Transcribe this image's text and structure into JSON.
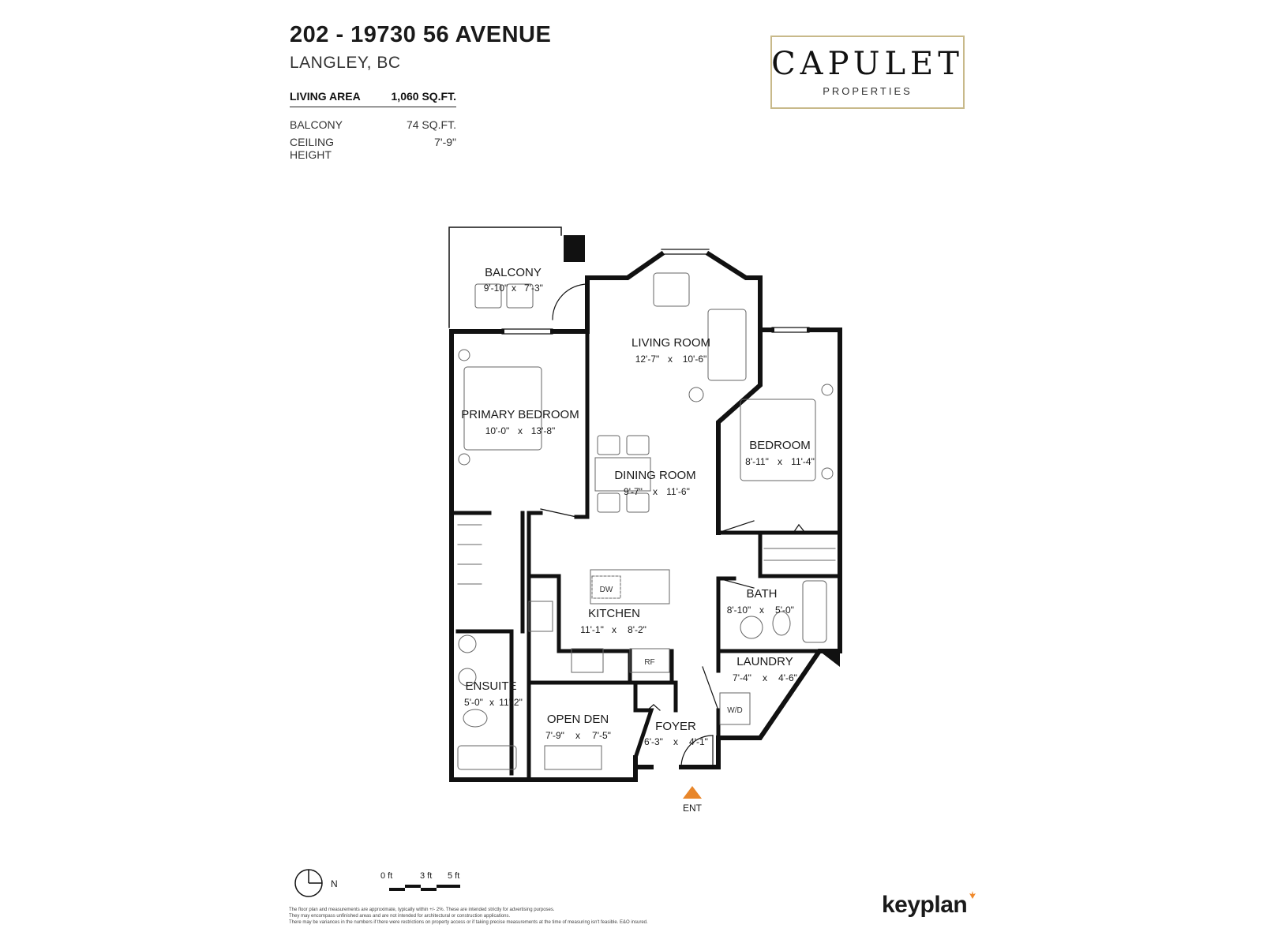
{
  "header": {
    "address": "202 - 19730 56 AVENUE",
    "city": "LANGLEY, BC",
    "stats": {
      "living_label": "LIVING AREA",
      "living_value": "1,060 SQ.FT.",
      "balcony_label": "BALCONY",
      "balcony_value": "74 SQ.FT.",
      "ceiling_label": "CEILING HEIGHT",
      "ceiling_value": "7'-9\""
    }
  },
  "logo": {
    "title": "CAPULET",
    "subtitle": "PROPERTIES",
    "border_color": "#c8b98a"
  },
  "rooms": {
    "balcony": {
      "name": "BALCONY",
      "dim_w": "9'-10\"",
      "dim_h": "7'-3\""
    },
    "living": {
      "name": "LIVING ROOM",
      "dim_w": "12'-7\"",
      "dim_h": "10'-6\""
    },
    "primary": {
      "name": "PRIMARY BEDROOM",
      "dim_w": "10'-0\"",
      "dim_h": "13'-8\""
    },
    "bedroom": {
      "name": "BEDROOM",
      "dim_w": "8'-11\"",
      "dim_h": "11'-4\""
    },
    "dining": {
      "name": "DINING ROOM",
      "dim_w": "9'-7\"",
      "dim_h": "11'-6\""
    },
    "kitchen": {
      "name": "KITCHEN",
      "dim_w": "11'-1\"",
      "dim_h": "8'-2\""
    },
    "bath": {
      "name": "BATH",
      "dim_w": "8'-10\"",
      "dim_h": "5'-0\""
    },
    "laundry": {
      "name": "LAUNDRY",
      "dim_w": "7'-4\"",
      "dim_h": "4'-6\""
    },
    "ensuite": {
      "name": "ENSUITE",
      "dim_w": "5'-0\"",
      "dim_h": "11'-2\""
    },
    "open_den": {
      "name": "OPEN DEN",
      "dim_w": "7'-9\"",
      "dim_h": "7'-5\""
    },
    "foyer": {
      "name": "FOYER",
      "dim_w": "6'-3\"",
      "dim_h": "4'-1\""
    }
  },
  "dim_separator": "x",
  "fixtures": {
    "dishwasher": "DW",
    "fridge": "RF",
    "washer_dryer": "W/D"
  },
  "entrance": {
    "label": "ENT",
    "color": "#e8862a"
  },
  "legend": {
    "north": "N",
    "scale_0": "0 ft",
    "scale_3": "3 ft",
    "scale_5": "5 ft"
  },
  "disclaimer": [
    "The floor plan and measurements are approximate, typically within +/- 2%. These are intended strictly for advertising purposes.",
    "They may encompass unfinished areas and are not intended for architectural or construction applications.",
    "There may be variances in the numbers if there were restrictions on property access or if taking precise measurements at the time of measuring isn't feasible. E&O insured."
  ],
  "brand": {
    "name": "keyplan",
    "mark_color": "#f0892b"
  }
}
